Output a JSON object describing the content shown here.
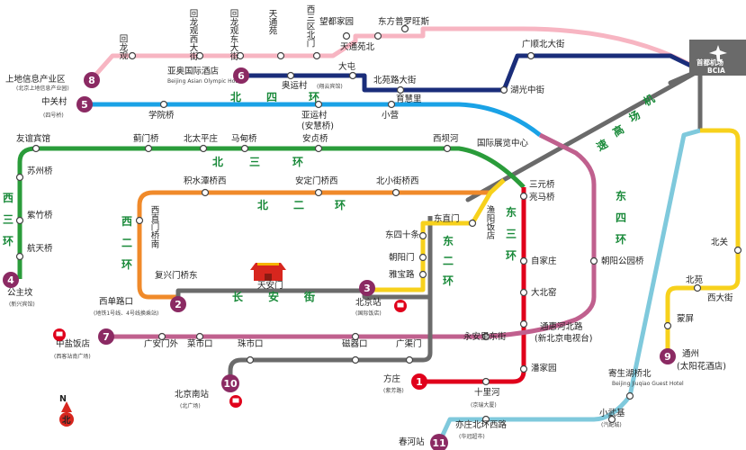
{
  "colors": {
    "line1": "#e0001b",
    "line2": "#0d4a9e",
    "line3": "#f08a2a",
    "line4": "#2a9c3a",
    "line5": "#1aa2e6",
    "line6": "#1a2d7a",
    "line7": "#c0608e",
    "line8": "#f7b5c2",
    "line9": "#f7d11c",
    "line10": "#1ab0d8",
    "line11": "#6b6b6b",
    "airport": "#6a6a6a",
    "ring_road": "#1a8a3a"
  },
  "badges": {
    "b1": "1",
    "b2": "2",
    "b3": "3",
    "b4": "4",
    "b5": "5",
    "b6": "6",
    "b7": "7",
    "b8": "8",
    "b9": "9",
    "b10": "10",
    "b11": "11"
  },
  "ring_roads": {
    "bei_si_huan": [
      "北",
      "四",
      "环"
    ],
    "bei_san_huan": [
      "北",
      "三",
      "环"
    ],
    "bei_er_huan": [
      "北",
      "二",
      "环"
    ],
    "xi_san_huan": [
      "西",
      "三",
      "环"
    ],
    "xi_er_huan": [
      "西",
      "二",
      "环"
    ],
    "dong_er_huan": [
      "东",
      "二",
      "环"
    ],
    "dong_san_huan": [
      "东",
      "三",
      "环"
    ],
    "dong_si_huan": [
      "东",
      "四",
      "环"
    ],
    "chang_an_jie": [
      "长",
      "安",
      "街"
    ],
    "airport_expressway": [
      "机",
      "场",
      "高",
      "速"
    ]
  },
  "airport": {
    "name_cn": "首都机场",
    "name_en": "BCIA"
  },
  "compass": {
    "letter": "N",
    "label": "北"
  },
  "tiananmen": "天安门",
  "stations": {
    "huilongguan": "回龙观",
    "huilongguan_xidajie": "回龙观西大街",
    "huilongguan_dongdajie": "回龙观东大街",
    "tiantongyuan": "天通苑",
    "xisanqi_beimen": "西三区北门",
    "wangdu_jiayuan": "望都家园",
    "dongfang_luoluosi": "东方普罗旺斯",
    "tiantongyuan_bei": "天通苑北",
    "shangdi": "上地信息产业区",
    "shangdi_en": "(北京上地信息产业园)",
    "yaao_hotel": "亚奥国际酒店",
    "yaao_hotel_en": "Beijing Asian Olympic Hotel",
    "dadun": "大屯",
    "aoyuncun": "奥运村",
    "aoyuncun_sub": "(翔云宾馆)",
    "beiyuanlu_dajie": "北苑路大街",
    "yuhuili": "育慧里",
    "guangshun_beidajie": "广顺北大街",
    "huguang_zhongjie": "湖光中街",
    "zhongguancun": "中关村",
    "zhongguancun_sub": "(四号桥)",
    "xueyuanqiao": "学院桥",
    "yayuncun": "亚运村",
    "yayuncun_sub": "(安慧桥)",
    "xiaoying": "小营",
    "youyi_binguan": "友谊宾馆",
    "jimenqiao": "蓟门桥",
    "beitaipingzhuang": "北太平庄",
    "madianqiao": "马甸桥",
    "anzhenqiao": "安贞桥",
    "xibahe": "西坝河",
    "guoji_zhanlan": "国际展览中心",
    "suzhouqiao": "苏州桥",
    "zizhuqiao": "紫竹桥",
    "hangtianqiao": "航天桥",
    "gongzhufen": "公主坟",
    "gongzhufen_sub": "(新兴宾馆)",
    "jishuitan": "积水潭桥西",
    "andingmen": "安定门桥西",
    "beixiaojie": "北小街桥西",
    "sanyuanqiao": "三元桥",
    "liangmaqiao": "亮马桥",
    "xizhimen": "西直门桥南",
    "fuchengmen": "复兴门桥东",
    "dongzhimen": "东直门",
    "yuyang": "渔阳饭店",
    "dongsi": "东四十条",
    "chaoyangmen": "朝阳门",
    "yabao": "雅宝路",
    "zijin": "自家庄",
    "dabeiyao": "大北窑",
    "chaoyang_gongyuan": "朝阳公园桥",
    "xidan": "西单路口",
    "xidan_sub": "(地铁1号线、4号线换乘站)",
    "beijing_zhan": "北京站",
    "beijing_zhan_sub": "(国际饭店)",
    "zhongyan": "中盐饭店",
    "zhongyan_sub": "(西客站南广场)",
    "guanganmen": "广安门外",
    "caishikou": "菜市口",
    "zhushikou": "珠市口",
    "cipikou": "磁器口",
    "guangqumen": "广渠门",
    "yongan": "永安里东街",
    "tonghuihe": "通惠河北路",
    "tonghuihe_sub": "(新北京电视台)",
    "panjiayuan": "潘家园",
    "fangzhuang": "方庄",
    "fangzhuang_sub": "(紫芳路)",
    "shilihe": "十里河",
    "shilihe_sub": "(京瑞大厦)",
    "beijing_nan": "北京南站",
    "beijing_nan_sub": "(北广场)",
    "jiuqiao": "寄生湖桥北",
    "jiuqiao_sub": "Beijing Jiuqiao Guest Hotel",
    "xiaowuji": "小武基",
    "xiaowuji_sub": "(汽配城)",
    "yizhuang": "亦庄北环西路",
    "yizhuang_sub": "(华冠超市)",
    "chunhe": "春河站",
    "beiyuan": "北关",
    "beiyuan2": "北苑",
    "xidajie": "西大街",
    "liping": "蒙屏",
    "tongzhou": "通州",
    "tongzhou_sub": "(太阳花酒店)"
  }
}
